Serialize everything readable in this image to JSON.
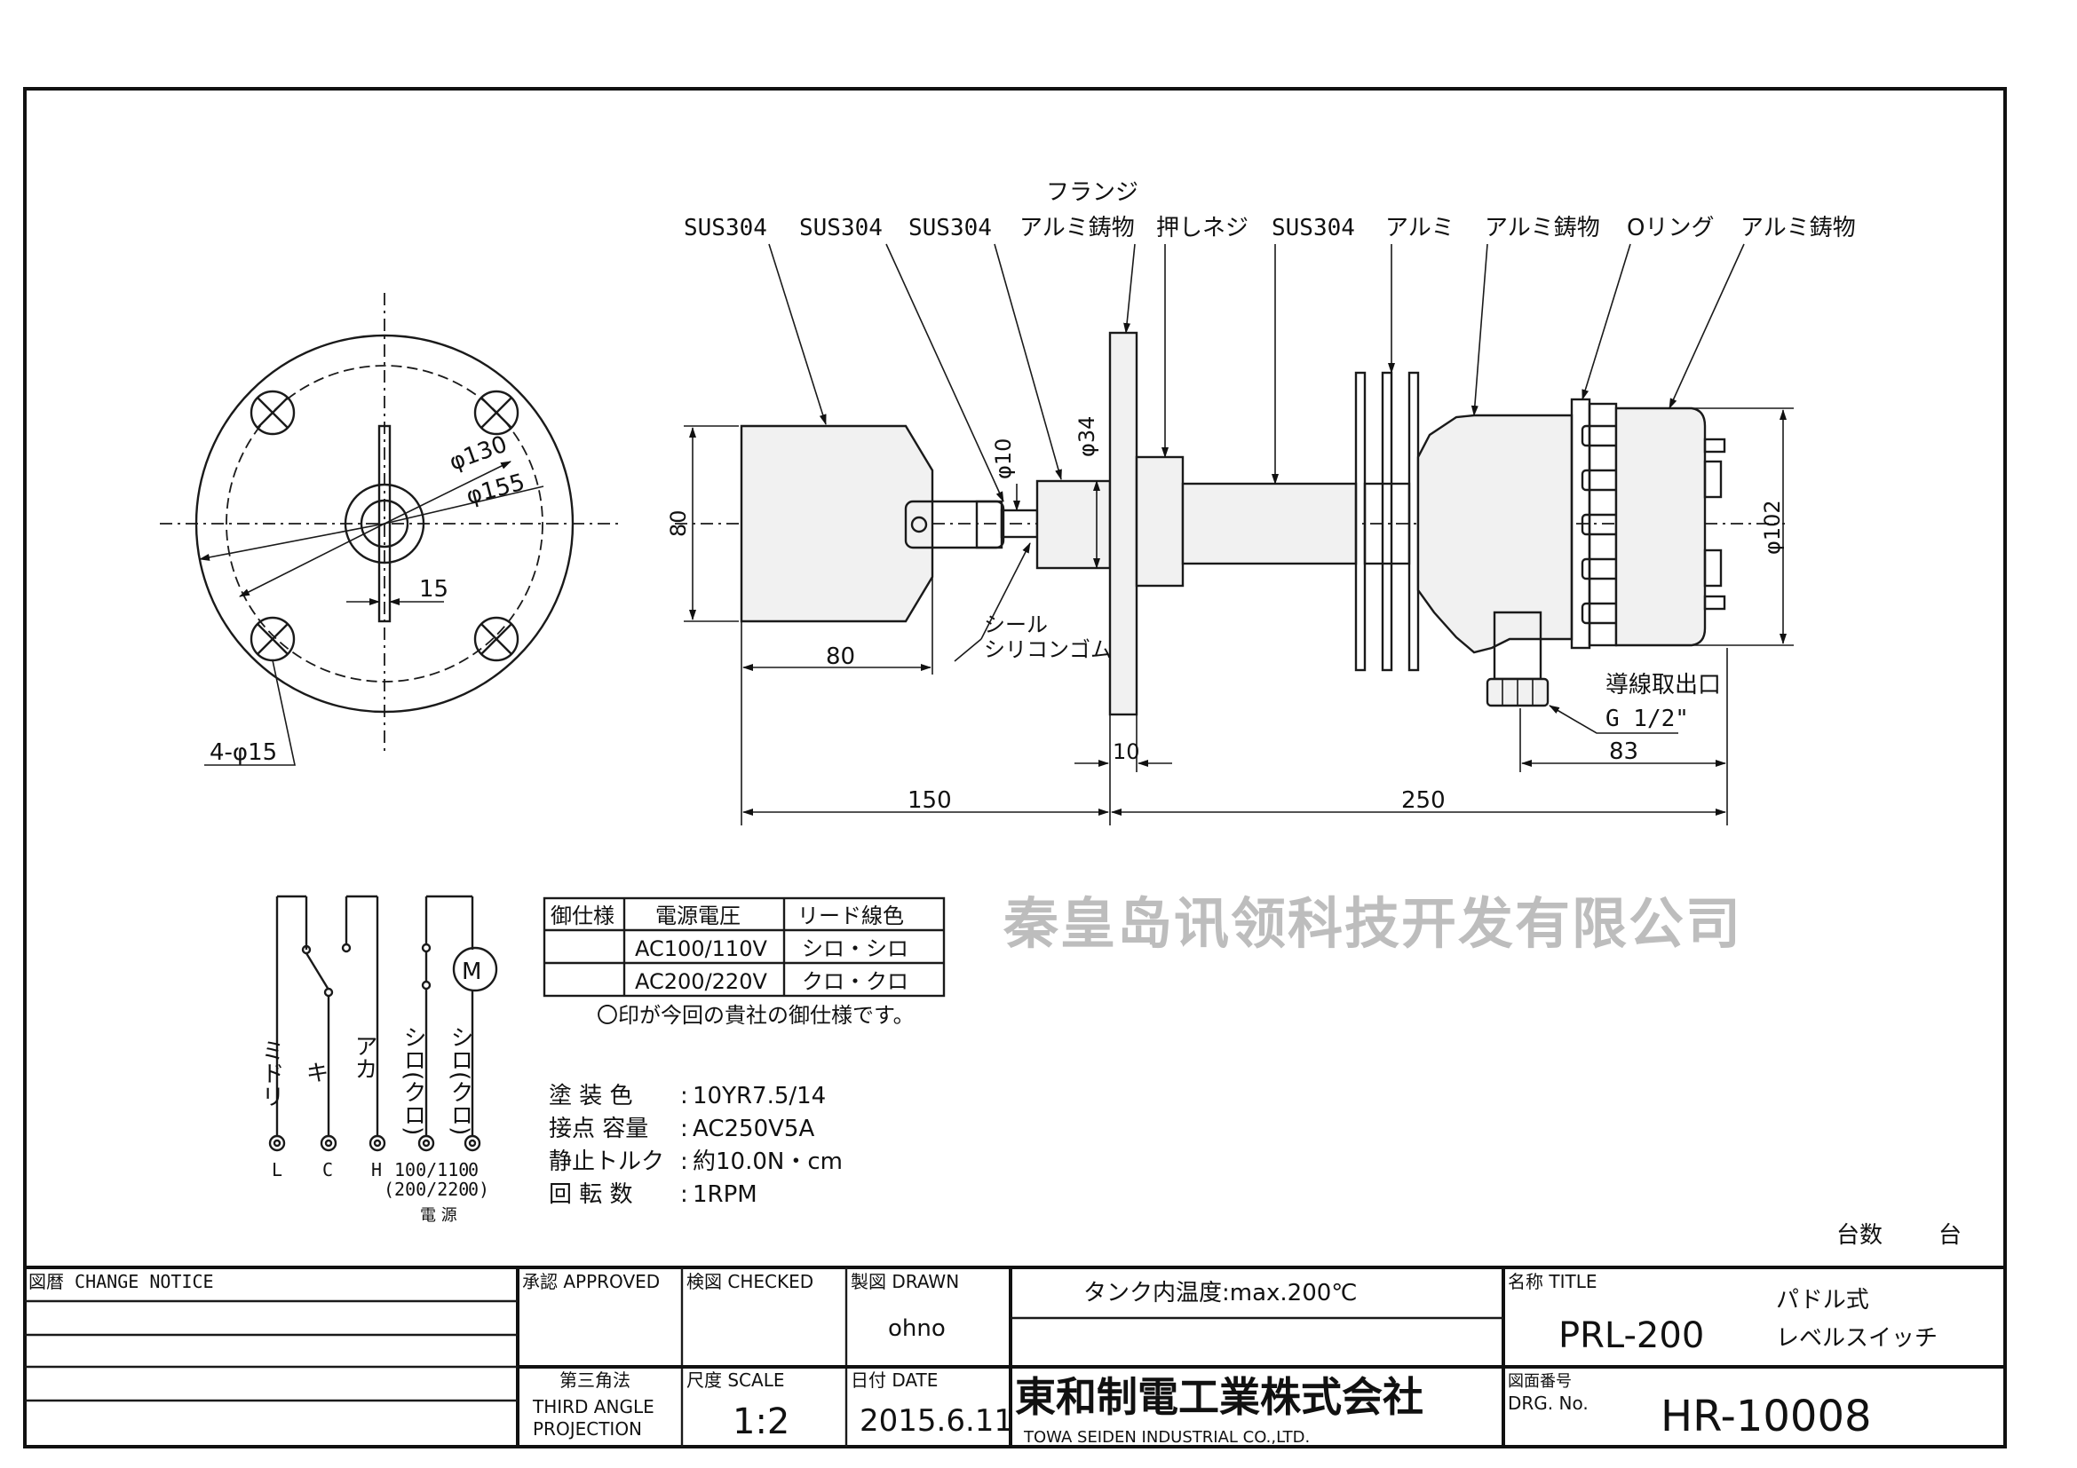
{
  "parts": {
    "p1": "SUS304",
    "p2": "SUS304",
    "p3": "SUS304",
    "p4a": "フランジ",
    "p4b": "アルミ鋳物",
    "p5": "押しネジ",
    "p6": "SUS304",
    "p7": "アルミ",
    "p8": "アルミ鋳物",
    "p9": "Oリング",
    "p10": "アルミ鋳物",
    "seal1": "シール",
    "seal2": "シリコンゴム",
    "outlet1": "導線取出口",
    "outlet2": "G 1/2\""
  },
  "dims": {
    "d130": "φ130",
    "d155": "φ155",
    "d15": "15",
    "holes": "4-φ15",
    "d10": "φ10",
    "d34": "φ34",
    "d80v": "80",
    "d80h": "80",
    "d10b": "10",
    "d150": "150",
    "d250": "250",
    "d83": "83",
    "d102": "φ102"
  },
  "spec_table": {
    "headers": [
      "御仕様",
      "電源電圧",
      "リード線色"
    ],
    "rows": [
      [
        "",
        "AC100/110V",
        "シロ・シロ"
      ],
      [
        "",
        "AC200/220V",
        "クロ・クロ"
      ]
    ],
    "note": "〇印が今回の貴社の御仕様です。"
  },
  "specs": [
    {
      "label": "塗  装  色",
      "value": "10YR7.5/14"
    },
    {
      "label": "接点  容量",
      "value": "AC250V5A"
    },
    {
      "label": "静止トルク",
      "value": "約10.0N・cm"
    },
    {
      "label": "回  転  数",
      "value": "1RPM"
    }
  ],
  "wiring": {
    "w1": "ミドリ",
    "w2": "キ",
    "w3": "アカ",
    "w4": "シロ(クロ)",
    "w5": "シロ(クロ)",
    "motor": "M",
    "t_L": "L",
    "t_C": "C",
    "t_H": "H",
    "t_100": "100/110",
    "t_0": "0",
    "t_200": "(200/220",
    "t_0b": "0)",
    "power": "電  源"
  },
  "count_label": "台数",
  "count_unit": "台",
  "watermark": "秦皇岛讯领科技开发有限公司",
  "title_block": {
    "change_notice": "図暦  CHANGE  NOTICE",
    "approved": "承認  APPROVED",
    "checked": "検図  CHECKED",
    "drawn": "製図  DRAWN",
    "drawn_by": "ohno",
    "tank_temp": "タンク内温度:max.200℃",
    "title_label": "名称  TITLE",
    "model": "PRL-200",
    "name1": "パドル式",
    "name2": "レベルスイッチ",
    "projection1": "第三角法",
    "projection2": "THIRD ANGLE",
    "projection3": "PROJECTION",
    "scale_label": "尺度  SCALE",
    "scale": "1:2",
    "date_label": "日付  DATE",
    "date": "2015.6.11",
    "company_jp": "東和制電工業株式会社",
    "company_en": "TOWA  SEIDEN  INDUSTRIAL  CO.,LTD.",
    "dwg_label": "図面番号",
    "dwg_label2": "DRG.  No.",
    "dwg_no": "HR-10008"
  }
}
